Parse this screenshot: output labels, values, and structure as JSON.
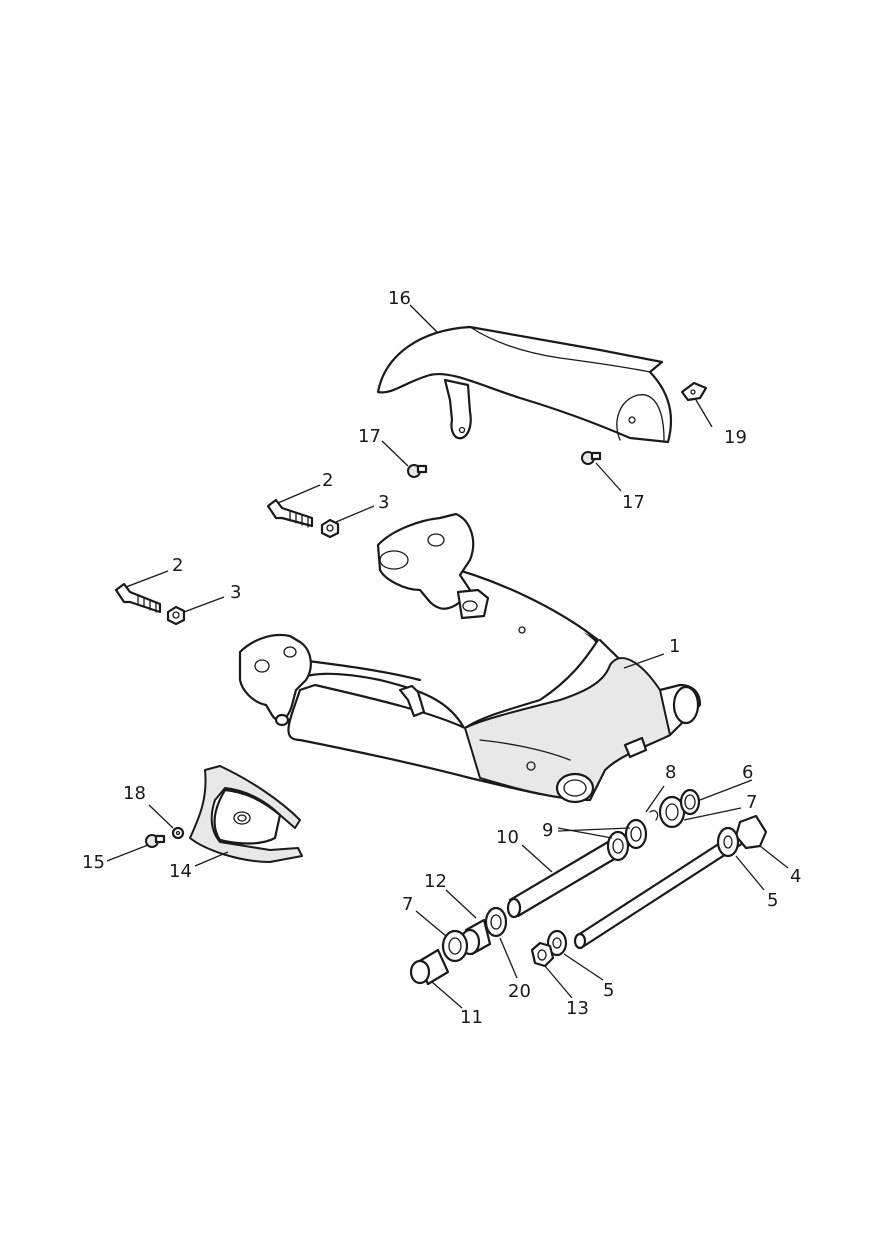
{
  "callouts": {
    "c1": "1",
    "c2a": "2",
    "c2b": "2",
    "c3a": "3",
    "c3b": "3",
    "c4": "4",
    "c5a": "5",
    "c5b": "5",
    "c6": "6",
    "c7a": "7",
    "c7b": "7",
    "c8": "8",
    "c9": "9",
    "c10": "10",
    "c11": "11",
    "c12": "12",
    "c13": "13",
    "c14": "14",
    "c15": "15",
    "c16": "16",
    "c17a": "17",
    "c17b": "17",
    "c18": "18",
    "c19": "19",
    "c20": "20"
  }
}
